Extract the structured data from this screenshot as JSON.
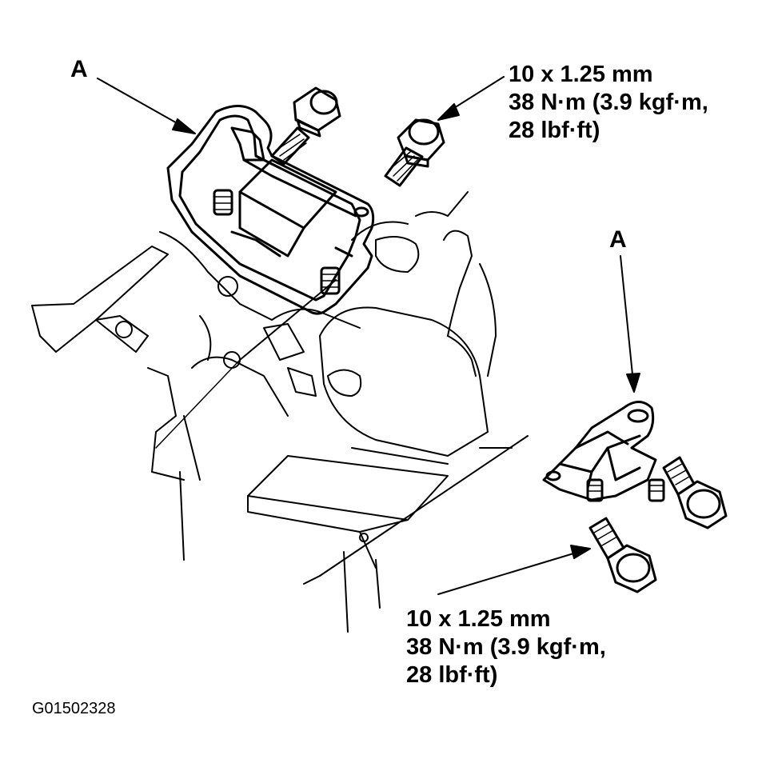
{
  "labels": {
    "part_a_top": "A",
    "part_a_right": "A"
  },
  "spec_top": {
    "line1": "10 x 1.25 mm",
    "line2": "38 N·m (3.9 kgf·m,",
    "line3": "28 lbf·ft)"
  },
  "spec_bottom": {
    "line1": "10 x 1.25 mm",
    "line2": "38 N·m (3.9 kgf·m,",
    "line3": "28 lbf·ft)"
  },
  "figure_id": "G01502328",
  "colors": {
    "ink": "#000000",
    "paper": "#ffffff"
  }
}
